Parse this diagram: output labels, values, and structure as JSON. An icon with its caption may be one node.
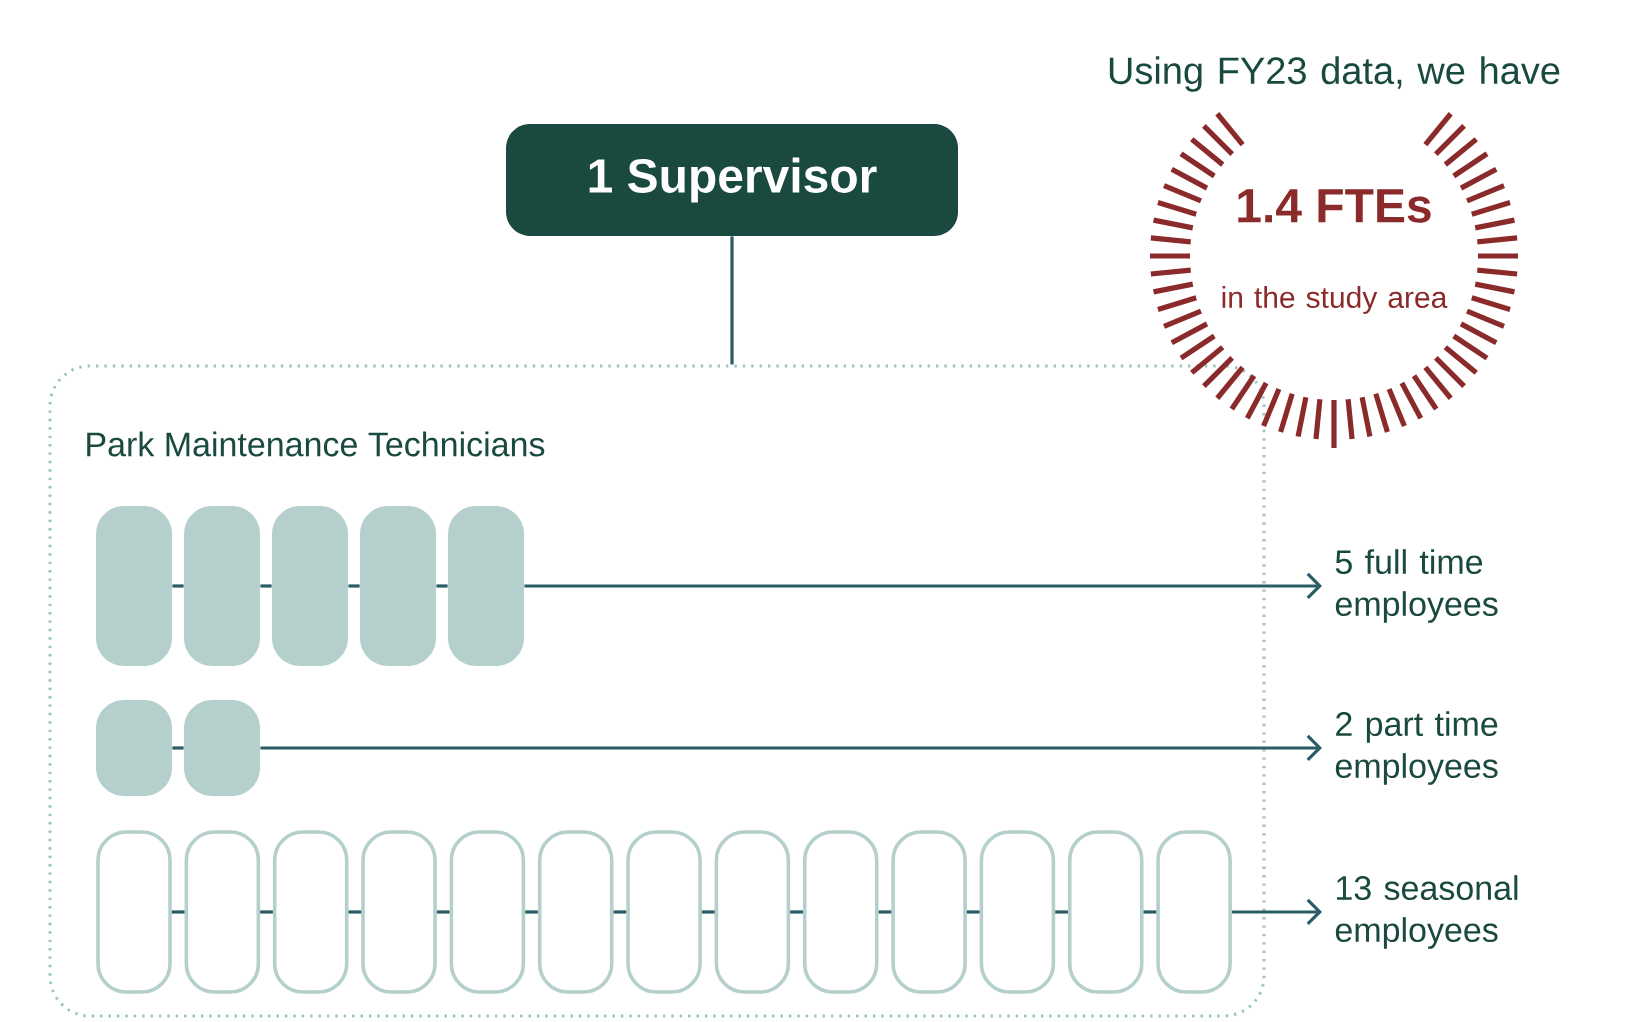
{
  "diagram": {
    "nodes": [
      {
        "text": [
          "1 Supervisor"
        ]
      },
      {
        "text": [
          "Park  Maintenance Technicians"
        ]
      },
      {
        "text": [],
        "shape": "box",
        "in": 1
      },
      {
        "text": [],
        "shape": "box",
        "in": 1
      },
      {
        "text": [],
        "shape": "box",
        "in": 1
      },
      {
        "text": [],
        "shape": "box",
        "in": 1
      },
      {
        "text": [],
        "shape": "box",
        "in": 1
      },
      {
        "text": [],
        "shape": "box",
        "in": 1
      },
      {
        "text": [],
        "shape": "box",
        "in": 1
      },
      {
        "text": [],
        "shape": "box",
        "in": 1
      },
      {
        "text": [],
        "shape": "box",
        "in": 1
      },
      {
        "text": [],
        "shape": "box",
        "in": 1
      },
      {
        "text": [],
        "shape": "box",
        "in": 1
      },
      {
        "text": [],
        "shape": "box",
        "in": 1
      },
      {
        "text": [],
        "shape": "box",
        "in": 1
      },
      {
        "text": [],
        "shape": "box",
        "in": 1
      },
      {
        "text": [],
        "shape": "box",
        "in": 1
      },
      {
        "text": [],
        "shape": "box",
        "in": 1
      },
      {
        "text": [],
        "shape": "box",
        "in": 1
      },
      {
        "text": [],
        "shape": "box",
        "in": 1
      },
      {
        "text": [],
        "shape": "box",
        "in": 1
      },
      {
        "text": [],
        "shape": "box",
        "in": 1
      },
      {
        "text": [
          "5 full time employees"
        ]
      },
      {
        "text": [
          "2 part time employees"
        ]
      },
      {
        "text": [
          "13 seasonal employees"
        ]
      },
      {
        "text": [
          "Using FY23 data, we have",
          "1.4 FTEs",
          "in the study area"
        ]
      }
    ],
    "edges": [
      {
        "from": 0,
        "to": 1,
        "arrow": "none"
      },
      {
        "from": 2,
        "to": 3,
        "arrow": "none"
      },
      {
        "from": 3,
        "to": 4,
        "arrow": "none"
      },
      {
        "from": 4,
        "to": 5,
        "arrow": "none"
      },
      {
        "from": 5,
        "to": 6,
        "arrow": "none"
      },
      {
        "from": 6,
        "to": 22,
        "arrow": "to"
      },
      {
        "from": 7,
        "to": 8,
        "arrow": "none"
      },
      {
        "from": 8,
        "to": 23,
        "arrow": "to"
      },
      {
        "from": 9,
        "to": 10,
        "arrow": "none"
      },
      {
        "from": 10,
        "to": 11,
        "arrow": "none"
      },
      {
        "from": 11,
        "to": 12,
        "arrow": "none"
      },
      {
        "from": 12,
        "to": 13,
        "arrow": "none"
      },
      {
        "from": 13,
        "to": 14,
        "arrow": "none"
      },
      {
        "from": 14,
        "to": 15,
        "arrow": "none"
      },
      {
        "from": 15,
        "to": 16,
        "arrow": "none"
      },
      {
        "from": 16,
        "to": 17,
        "arrow": "none"
      },
      {
        "from": 17,
        "to": 18,
        "arrow": "none"
      },
      {
        "from": 18,
        "to": 19,
        "arrow": "none"
      },
      {
        "from": 19,
        "to": 20,
        "arrow": "none"
      },
      {
        "from": 20,
        "to": 21,
        "arrow": "none"
      },
      {
        "from": 21,
        "to": 24,
        "arrow": "to"
      }
    ]
  }
}
